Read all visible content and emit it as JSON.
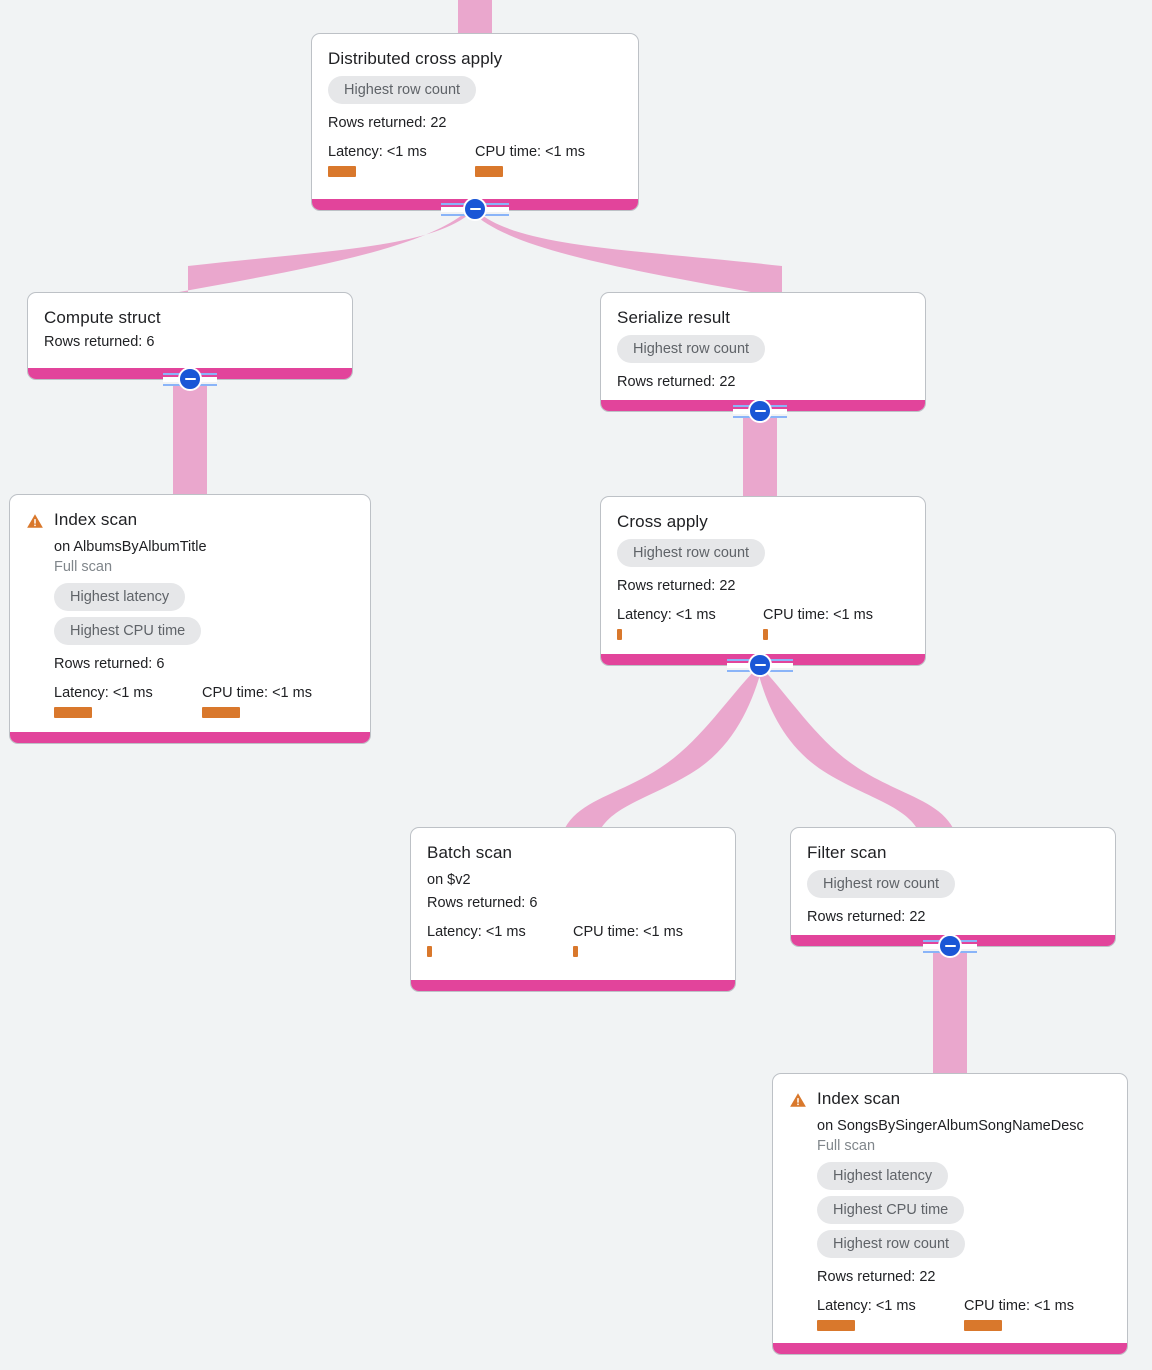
{
  "theme": {
    "background": "#f1f3f4",
    "node_background": "#ffffff",
    "node_border": "#bdc1c6",
    "node_footer_bar": "#e2449b",
    "edge_color": "#eaa7cd",
    "metric_bar": "#d9782c",
    "chip_background": "#e6e7e9",
    "chip_text": "#5f6368",
    "collapse_button": "#1a56d6",
    "warning_icon": "#d9782c",
    "title_text": "#202124",
    "muted_text": "#80868b"
  },
  "labels": {
    "rows_returned_prefix": "Rows returned: ",
    "latency_prefix": "Latency: ",
    "cpu_prefix": "CPU time: ",
    "on_prefix": "on "
  },
  "nodes": [
    {
      "id": "distributed-cross-apply",
      "title": "Distributed cross apply",
      "warning": false,
      "chips": [
        "Highest row count"
      ],
      "rows_returned": "Rows returned: 22",
      "latency": "Latency: <1 ms",
      "cpu_time": "CPU time: <1 ms",
      "collapse_label": "collapse"
    },
    {
      "id": "compute-struct",
      "title": "Compute struct",
      "warning": false,
      "chips": [],
      "rows_returned": "Rows returned: 6",
      "collapse_label": "collapse"
    },
    {
      "id": "serialize-result",
      "title": "Serialize result",
      "warning": false,
      "chips": [
        "Highest row count"
      ],
      "rows_returned": "Rows returned: 22",
      "collapse_label": "collapse"
    },
    {
      "id": "index-scan-albums",
      "title": "Index scan",
      "warning": true,
      "subtitle": "on AlbumsByAlbumTitle",
      "scan_type": "Full scan",
      "chips": [
        "Highest latency",
        "Highest CPU time"
      ],
      "rows_returned": "Rows returned: 6",
      "latency": "Latency: <1 ms",
      "cpu_time": "CPU time: <1 ms"
    },
    {
      "id": "cross-apply",
      "title": "Cross apply",
      "warning": false,
      "chips": [
        "Highest row count"
      ],
      "rows_returned": "Rows returned: 22",
      "latency": "Latency: <1 ms",
      "cpu_time": "CPU time: <1 ms",
      "collapse_label": "collapse"
    },
    {
      "id": "batch-scan",
      "title": "Batch scan",
      "warning": false,
      "subtitle": "on $v2",
      "chips": [],
      "rows_returned": "Rows returned: 6",
      "latency": "Latency: <1 ms",
      "cpu_time": "CPU time: <1 ms"
    },
    {
      "id": "filter-scan",
      "title": "Filter scan",
      "warning": false,
      "chips": [
        "Highest row count"
      ],
      "rows_returned": "Rows returned: 22",
      "collapse_label": "collapse"
    },
    {
      "id": "index-scan-songs",
      "title": "Index scan",
      "warning": true,
      "subtitle": "on SongsBySingerAlbumSongNameDesc",
      "scan_type": "Full scan",
      "chips": [
        "Highest latency",
        "Highest CPU time",
        "Highest row count"
      ],
      "rows_returned": "Rows returned: 22",
      "latency": "Latency: <1 ms",
      "cpu_time": "CPU time: <1 ms"
    }
  ],
  "edges": [
    {
      "from": "root-inlet",
      "to": "distributed-cross-apply"
    },
    {
      "from": "distributed-cross-apply",
      "to": "compute-struct"
    },
    {
      "from": "distributed-cross-apply",
      "to": "serialize-result"
    },
    {
      "from": "compute-struct",
      "to": "index-scan-albums"
    },
    {
      "from": "serialize-result",
      "to": "cross-apply"
    },
    {
      "from": "cross-apply",
      "to": "batch-scan"
    },
    {
      "from": "cross-apply",
      "to": "filter-scan"
    },
    {
      "from": "filter-scan",
      "to": "index-scan-songs"
    }
  ]
}
